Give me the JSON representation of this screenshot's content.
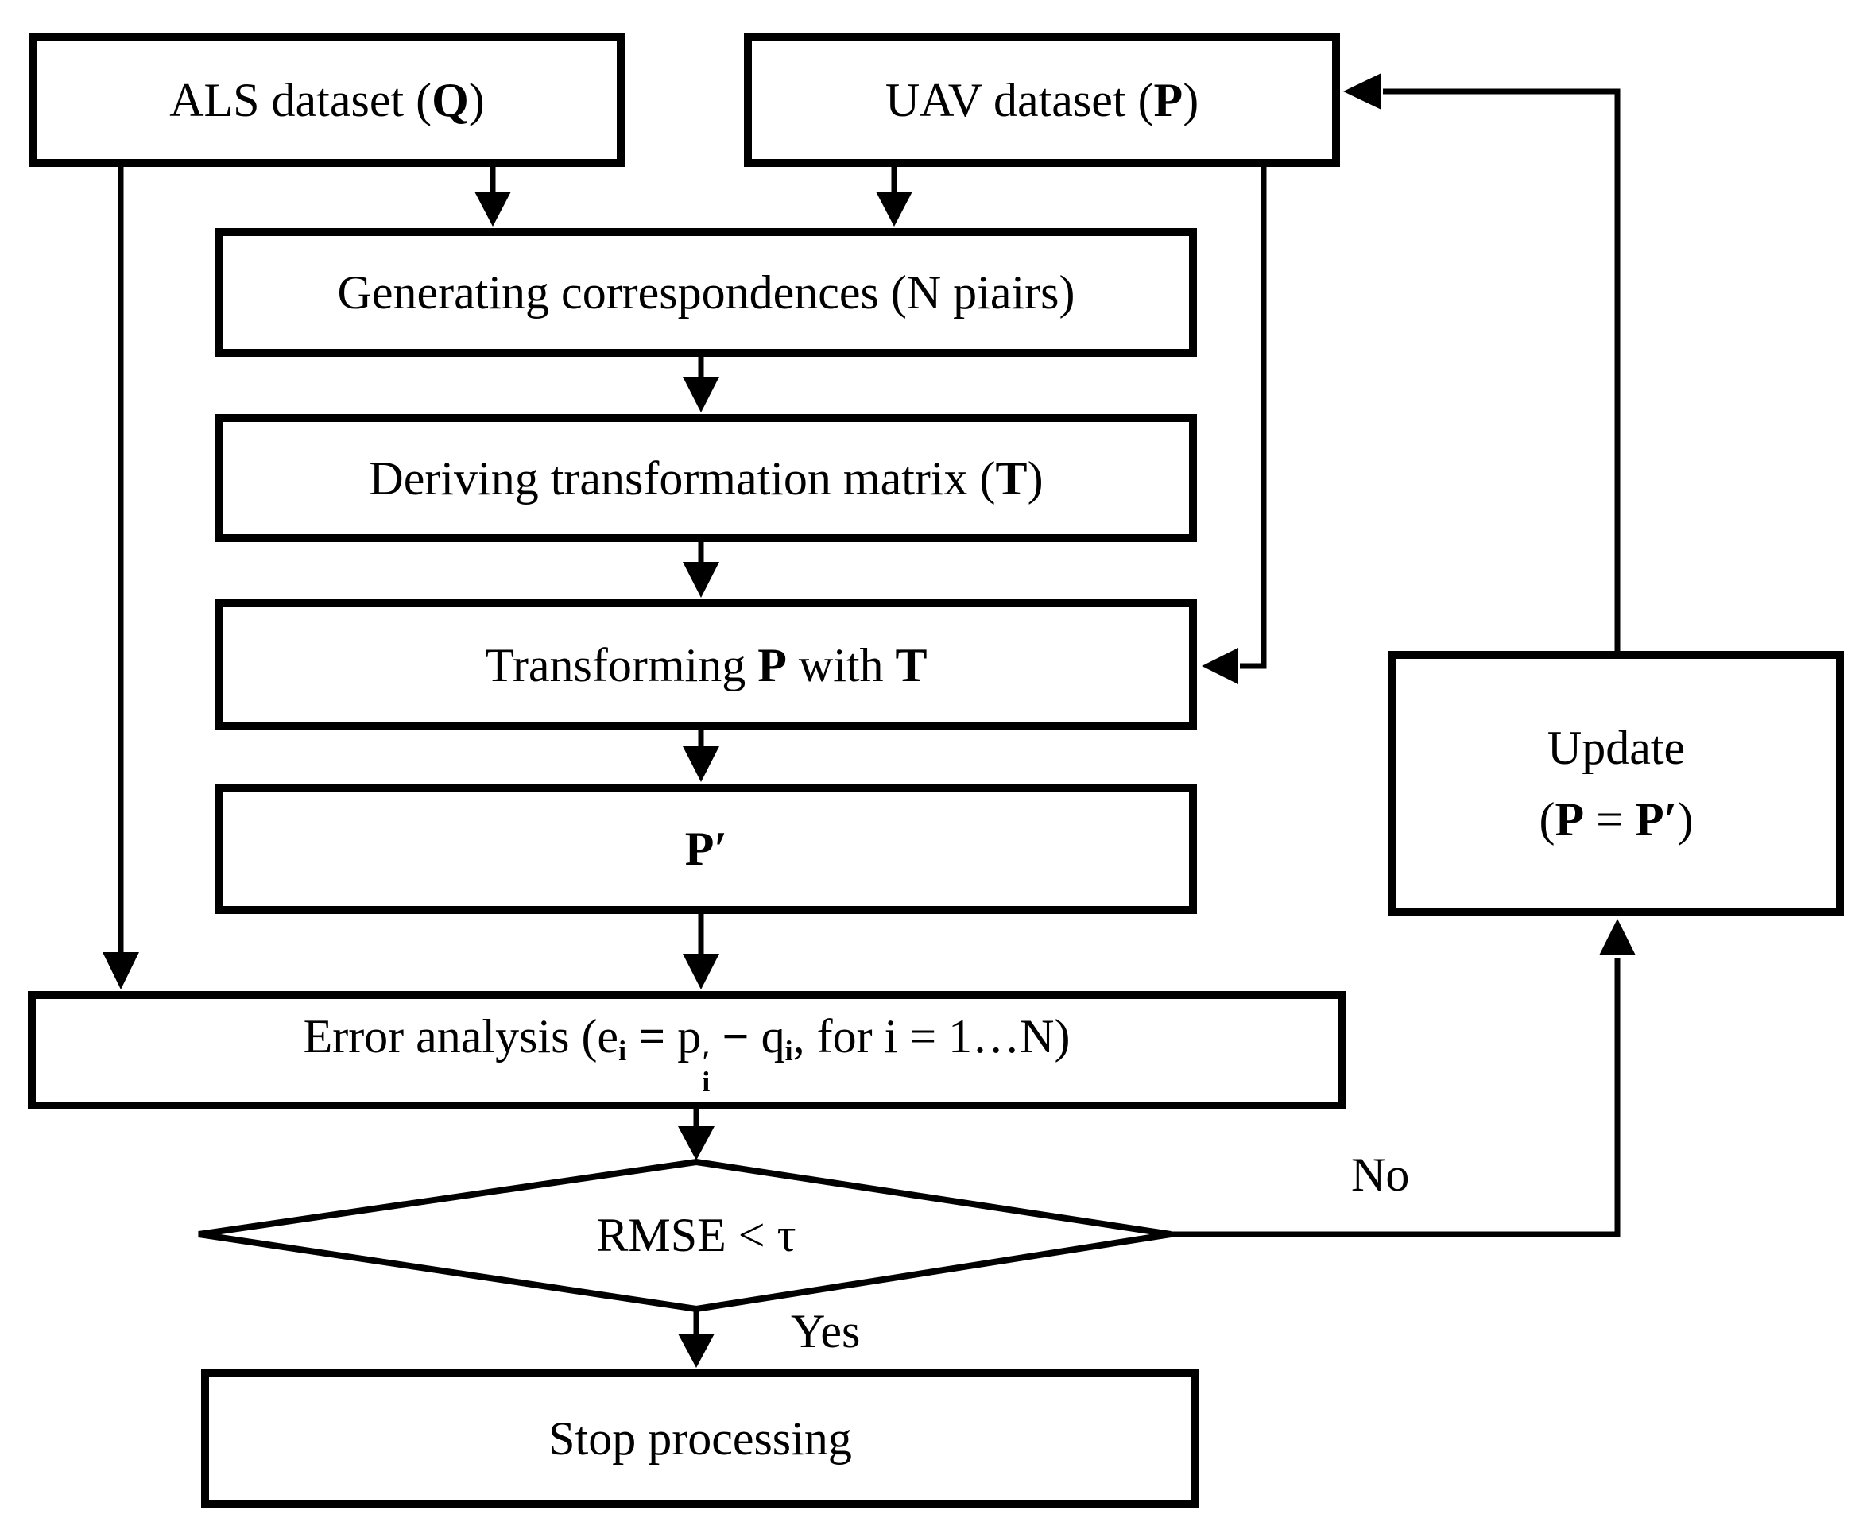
{
  "flowchart": {
    "nodes": {
      "als": {
        "pre": "ALS dataset (",
        "q": "Q",
        "post": ")"
      },
      "uav": {
        "pre": "UAV dataset (",
        "p": "P",
        "post": ")"
      },
      "generating": {
        "label": "Generating correspondences (N piairs)"
      },
      "deriving": {
        "pre": "Deriving transformation matrix (",
        "t": "T",
        "post": ")"
      },
      "transforming": {
        "t1": "Transforming ",
        "p": "P",
        "t2": " with ",
        "t": "T"
      },
      "pprime": {
        "label": "P′"
      },
      "error": {
        "pre": "Error analysis (e",
        "e_sub": "i",
        "eq": " = ",
        "p": "p",
        "prime": "′",
        "p_sub": "i",
        "minus": " − ",
        "q": "q",
        "q_sub": "i",
        "post": ", for i = 1…N)"
      },
      "decision": {
        "label": "RMSE < τ"
      },
      "stop": {
        "label": "Stop processing"
      },
      "update": {
        "line1": "Update",
        "open": "(",
        "p1": "P",
        "eq": " = ",
        "p2": "P′",
        "close": ")"
      }
    },
    "edge_labels": {
      "yes": "Yes",
      "no": "No"
    },
    "style": {
      "stroke": "#000000",
      "background": "#ffffff",
      "text": "#000000"
    }
  }
}
